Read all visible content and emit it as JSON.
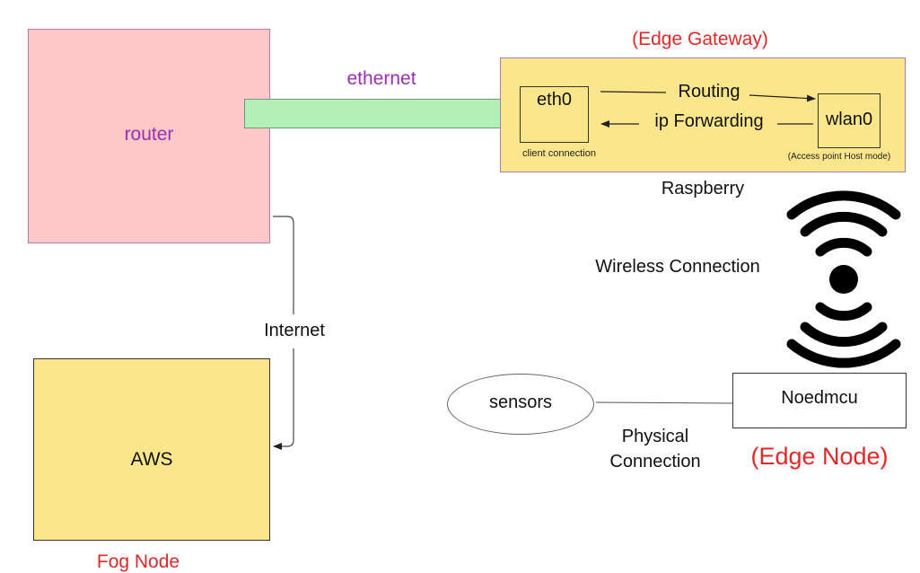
{
  "router": {
    "label": "router"
  },
  "ethernet": {
    "label": "ethernet"
  },
  "gateway": {
    "title": "(Edge Gateway)",
    "eth0": {
      "label": "eth0",
      "caption": "client connection"
    },
    "wlan0": {
      "label": "wlan0",
      "caption": "(Access point Host mode)"
    },
    "routing_label": "Routing",
    "ip_forwarding_label": "ip Forwarding",
    "device_label": "Raspberry"
  },
  "wireless": {
    "label": "Wireless Connection",
    "icon": "wifi-icon"
  },
  "internet": {
    "label": "Internet"
  },
  "aws": {
    "label": "AWS",
    "caption": "Fog Node"
  },
  "sensors": {
    "label": "sensors"
  },
  "nodemcu": {
    "label": "Noedmcu",
    "caption": "(Edge Node)"
  },
  "physical": {
    "line1": "Physical",
    "line2": "Connection"
  },
  "colors": {
    "router_fill": "#fec8c8",
    "gateway_fill": "#fbe68b",
    "ethernet_fill": "#b2f0b8",
    "purple_text": "#9a2fb2",
    "red_text": "#e02828"
  }
}
